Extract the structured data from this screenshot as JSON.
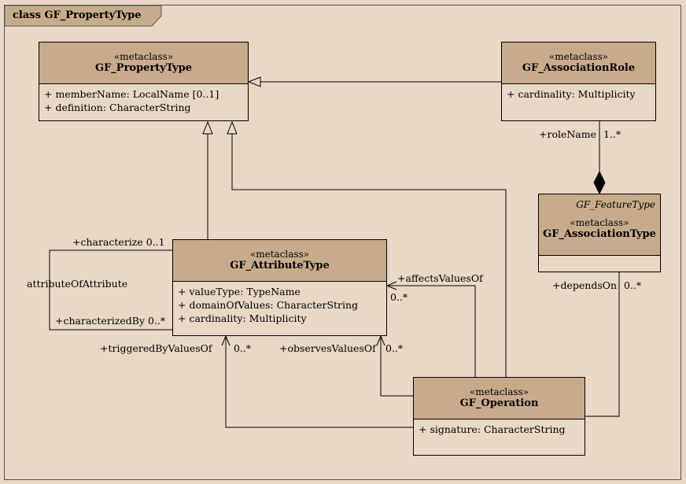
{
  "frame": {
    "title": "class GF_PropertyType"
  },
  "classes": {
    "property_type": {
      "stereotype": "«metaclass»",
      "name": "GF_PropertyType",
      "attributes": [
        "+ memberName:  LocalName [0..1]",
        "+ definition:  CharacterString"
      ]
    },
    "association_role": {
      "stereotype": "«metaclass»",
      "name": "GF_AssociationRole",
      "attributes": [
        "+ cardinality:  Multiplicity"
      ]
    },
    "association_type": {
      "parent": "GF_FeatureType",
      "stereotype": "«metaclass»",
      "name": "GF_AssociationType",
      "attributes": []
    },
    "attribute_type": {
      "stereotype": "«metaclass»",
      "name": "GF_AttributeType",
      "attributes": [
        "+ valueType:  TypeName",
        "+ domainOfValues:  CharacterString",
        "+ cardinality:  Multiplicity"
      ]
    },
    "operation": {
      "stereotype": "«metaclass»",
      "name": "GF_Operation",
      "attributes": [
        "+ signature:  CharacterString"
      ]
    }
  },
  "labels": {
    "role_name": "+roleName",
    "role_name_mult": "1..*",
    "characterize": "+characterize 0..1",
    "attribute_of_attribute": "attributeOfAttribute",
    "characterized_by": "+characterizedBy 0..*",
    "affects_values_of": "+affectsValuesOf",
    "affects_mult": "0..*",
    "depends_on": "+dependsOn",
    "depends_on_mult": "0..*",
    "triggered_by": "+triggeredByValuesOf",
    "triggered_mult": "0..*",
    "observes": "+observesValuesOf",
    "observes_mult": "0..*"
  },
  "colors": {
    "background": "#e9d8c5",
    "class_header": "#c8ab8a",
    "line": "#000000"
  }
}
